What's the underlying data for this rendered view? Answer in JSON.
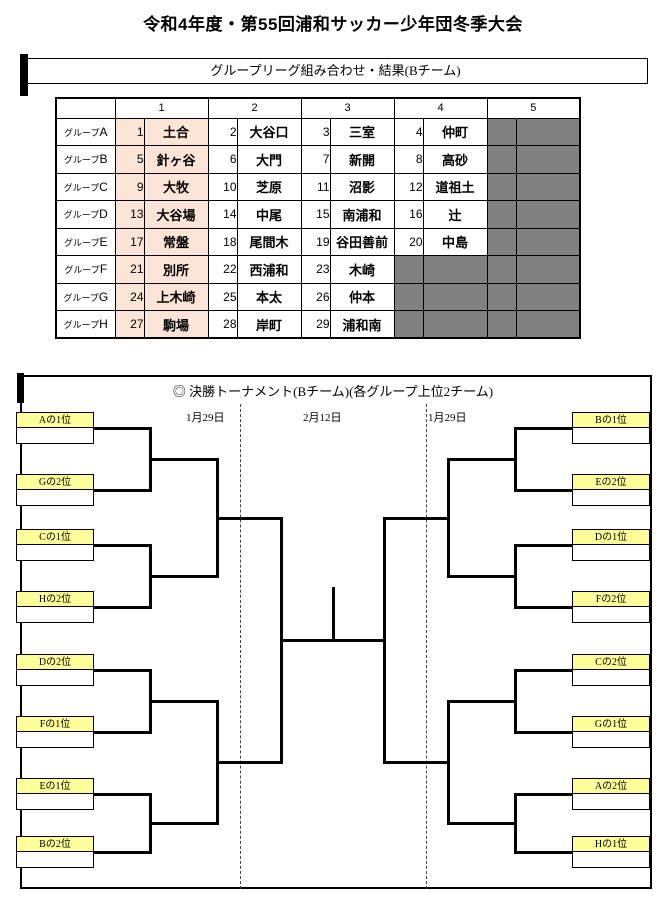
{
  "page_title": "令和4年度・第55回浦和サッカー少年団冬季大会",
  "group_table": {
    "subtitle": "グループリーグ組み合わせ・結果(Bチーム)",
    "col_headers": [
      "1",
      "2",
      "3",
      "4",
      "5"
    ],
    "rows": [
      {
        "group": "グループA",
        "teams": [
          {
            "no": "1",
            "name": "土合"
          },
          {
            "no": "2",
            "name": "大谷口"
          },
          {
            "no": "3",
            "name": "三室"
          },
          {
            "no": "4",
            "name": "仲町"
          },
          null
        ]
      },
      {
        "group": "グループB",
        "teams": [
          {
            "no": "5",
            "name": "針ヶ谷"
          },
          {
            "no": "6",
            "name": "大門"
          },
          {
            "no": "7",
            "name": "新開"
          },
          {
            "no": "8",
            "name": "高砂"
          },
          null
        ]
      },
      {
        "group": "グループC",
        "teams": [
          {
            "no": "9",
            "name": "大牧"
          },
          {
            "no": "10",
            "name": "芝原"
          },
          {
            "no": "11",
            "name": "沼影"
          },
          {
            "no": "12",
            "name": "道祖土"
          },
          null
        ]
      },
      {
        "group": "グループD",
        "teams": [
          {
            "no": "13",
            "name": "大谷場"
          },
          {
            "no": "14",
            "name": "中尾"
          },
          {
            "no": "15",
            "name": "南浦和"
          },
          {
            "no": "16",
            "name": "辻"
          },
          null
        ]
      },
      {
        "group": "グループE",
        "teams": [
          {
            "no": "17",
            "name": "常盤"
          },
          {
            "no": "18",
            "name": "尾間木"
          },
          {
            "no": "19",
            "name": "谷田善前"
          },
          {
            "no": "20",
            "name": "中島"
          },
          null
        ]
      },
      {
        "group": "グループF",
        "teams": [
          {
            "no": "21",
            "name": "別所"
          },
          {
            "no": "22",
            "name": "西浦和"
          },
          {
            "no": "23",
            "name": "木崎"
          },
          null,
          null
        ]
      },
      {
        "group": "グループG",
        "teams": [
          {
            "no": "24",
            "name": "上木崎"
          },
          {
            "no": "25",
            "name": "本太"
          },
          {
            "no": "26",
            "name": "仲本"
          },
          null,
          null
        ]
      },
      {
        "group": "グループH",
        "teams": [
          {
            "no": "27",
            "name": "駒場"
          },
          {
            "no": "28",
            "name": "岸町"
          },
          {
            "no": "29",
            "name": "浦和南"
          },
          null,
          null
        ]
      }
    ]
  },
  "bracket": {
    "title": "◎ 決勝トーナメント(Bチーム)(各グループ上位2チーム)",
    "dates": [
      "1月29日",
      "2月12日",
      "1月29日"
    ],
    "left_slots": [
      "Aの1位",
      "Gの2位",
      "Cの1位",
      "Hの2位",
      "Dの2位",
      "Fの1位",
      "Eの1位",
      "Bの2位"
    ],
    "right_slots": [
      "Bの1位",
      "Eの2位",
      "Dの1位",
      "Fの2位",
      "Cの2位",
      "Gの1位",
      "Aの2位",
      "Hの1位"
    ]
  },
  "colors": {
    "slot_fill": "#ffff99",
    "team_col1_fill": "#fce4d6",
    "empty_cell_fill": "#808080",
    "line_color": "#000000"
  }
}
